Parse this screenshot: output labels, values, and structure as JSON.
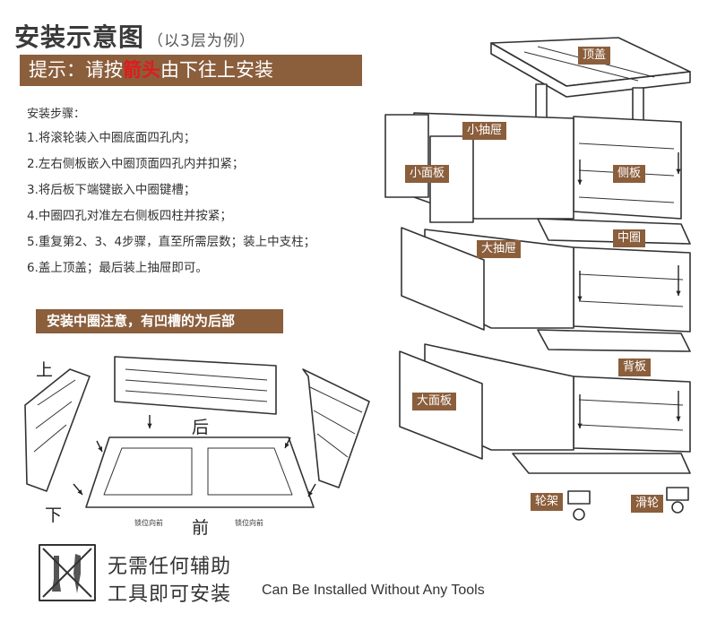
{
  "header": {
    "title": "安装示意图",
    "subtitle": "（以3层为例）"
  },
  "tip": {
    "prefix": "提示：请按",
    "highlight": "箭头",
    "suffix": "由下往上安装"
  },
  "steps_title": "安装步骤：",
  "steps": [
    "1.将滚轮装入中圈底面四孔内；",
    "2.左右侧板嵌入中圈顶面四孔内并扣紧；",
    "3.将后板下端键嵌入中圈键槽；",
    "4.中圈四孔对准左右侧板四柱并按紧；",
    "5.重复第2、3、4步骤，直至所需层数；装上中支柱；",
    "6.盖上顶盖；最后装上抽屉即可。"
  ],
  "ring_note": "安装中圈注意，有凹槽的为后部",
  "ring_diagram": {
    "up": "上",
    "down": "下",
    "back": "后",
    "front": "前",
    "lock_left": "锁位向前",
    "lock_right": "锁位向前"
  },
  "parts": {
    "top_cover": "顶盖",
    "small_drawer": "小抽屉",
    "small_panel": "小面板",
    "side_panel": "侧板",
    "middle_ring": "中圈",
    "large_drawer": "大抽屉",
    "back_panel": "背板",
    "large_panel": "大面板",
    "wheel_frame": "轮架",
    "caster": "滑轮"
  },
  "footer": {
    "zh_line1": "无需任何辅助",
    "zh_line2": "工具即可安装",
    "en": "Can Be Installed Without Any Tools"
  },
  "colors": {
    "brand_brown": "#8b5e3c",
    "highlight_red": "#e11b1b"
  }
}
